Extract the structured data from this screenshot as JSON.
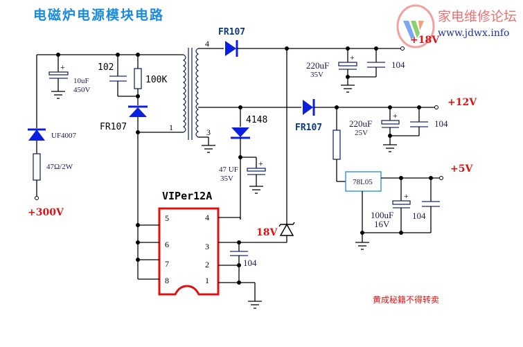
{
  "title": "电磁炉电源模块电路",
  "watermark": {
    "site_name": "家电维修论坛",
    "url": "www.jdwx.info"
  },
  "footer_note": "黄成秘籍不得转卖",
  "components": {
    "c_input": {
      "value": "10uF",
      "voltage": "450V"
    },
    "c_snubber": {
      "value": "102"
    },
    "r_snubber": {
      "value": "100K"
    },
    "d_snubber": {
      "value": "FR107"
    },
    "d_input": {
      "value": "UF4007"
    },
    "r_input": {
      "value": "47Ω/2W"
    },
    "d_18v": {
      "value": "FR107"
    },
    "c_18v_elec": {
      "value": "220uF",
      "voltage": "35V"
    },
    "c_18v_cer": {
      "value": "104"
    },
    "d_aux": {
      "value": "4148"
    },
    "c_aux": {
      "value": "47 UF",
      "voltage": "35V"
    },
    "d_12v": {
      "value": "FR107"
    },
    "c_12v_elec": {
      "value": "220uF",
      "voltage": "25V"
    },
    "c_12v_cer": {
      "value": "104"
    },
    "regulator": {
      "value": "78L05"
    },
    "c_5v_elec": {
      "value": "100uF",
      "voltage": "16V"
    },
    "c_5v_cer": {
      "value": "104"
    },
    "ic": {
      "name": "VIPer12A",
      "pins_left": [
        "5",
        "6",
        "7",
        "8"
      ],
      "pins_right": [
        "4",
        "3",
        "2",
        "1"
      ]
    },
    "c_ic": {
      "value": "104"
    },
    "zener": {
      "value": "18V"
    }
  },
  "transformer": {
    "pin_primary": "1",
    "pin_sec_top": "4",
    "pin_sec_bottom": "3"
  },
  "outputs": {
    "v18": "+18V",
    "v12": "+12V",
    "v5": "+5V",
    "vin": "+300V"
  },
  "colors": {
    "title": "#1a8ae0",
    "voltage_label": "#e01010",
    "diode": "#0a1fe0",
    "ic_outline": "#e01010",
    "regulator_outline": "#1a8ae0"
  }
}
